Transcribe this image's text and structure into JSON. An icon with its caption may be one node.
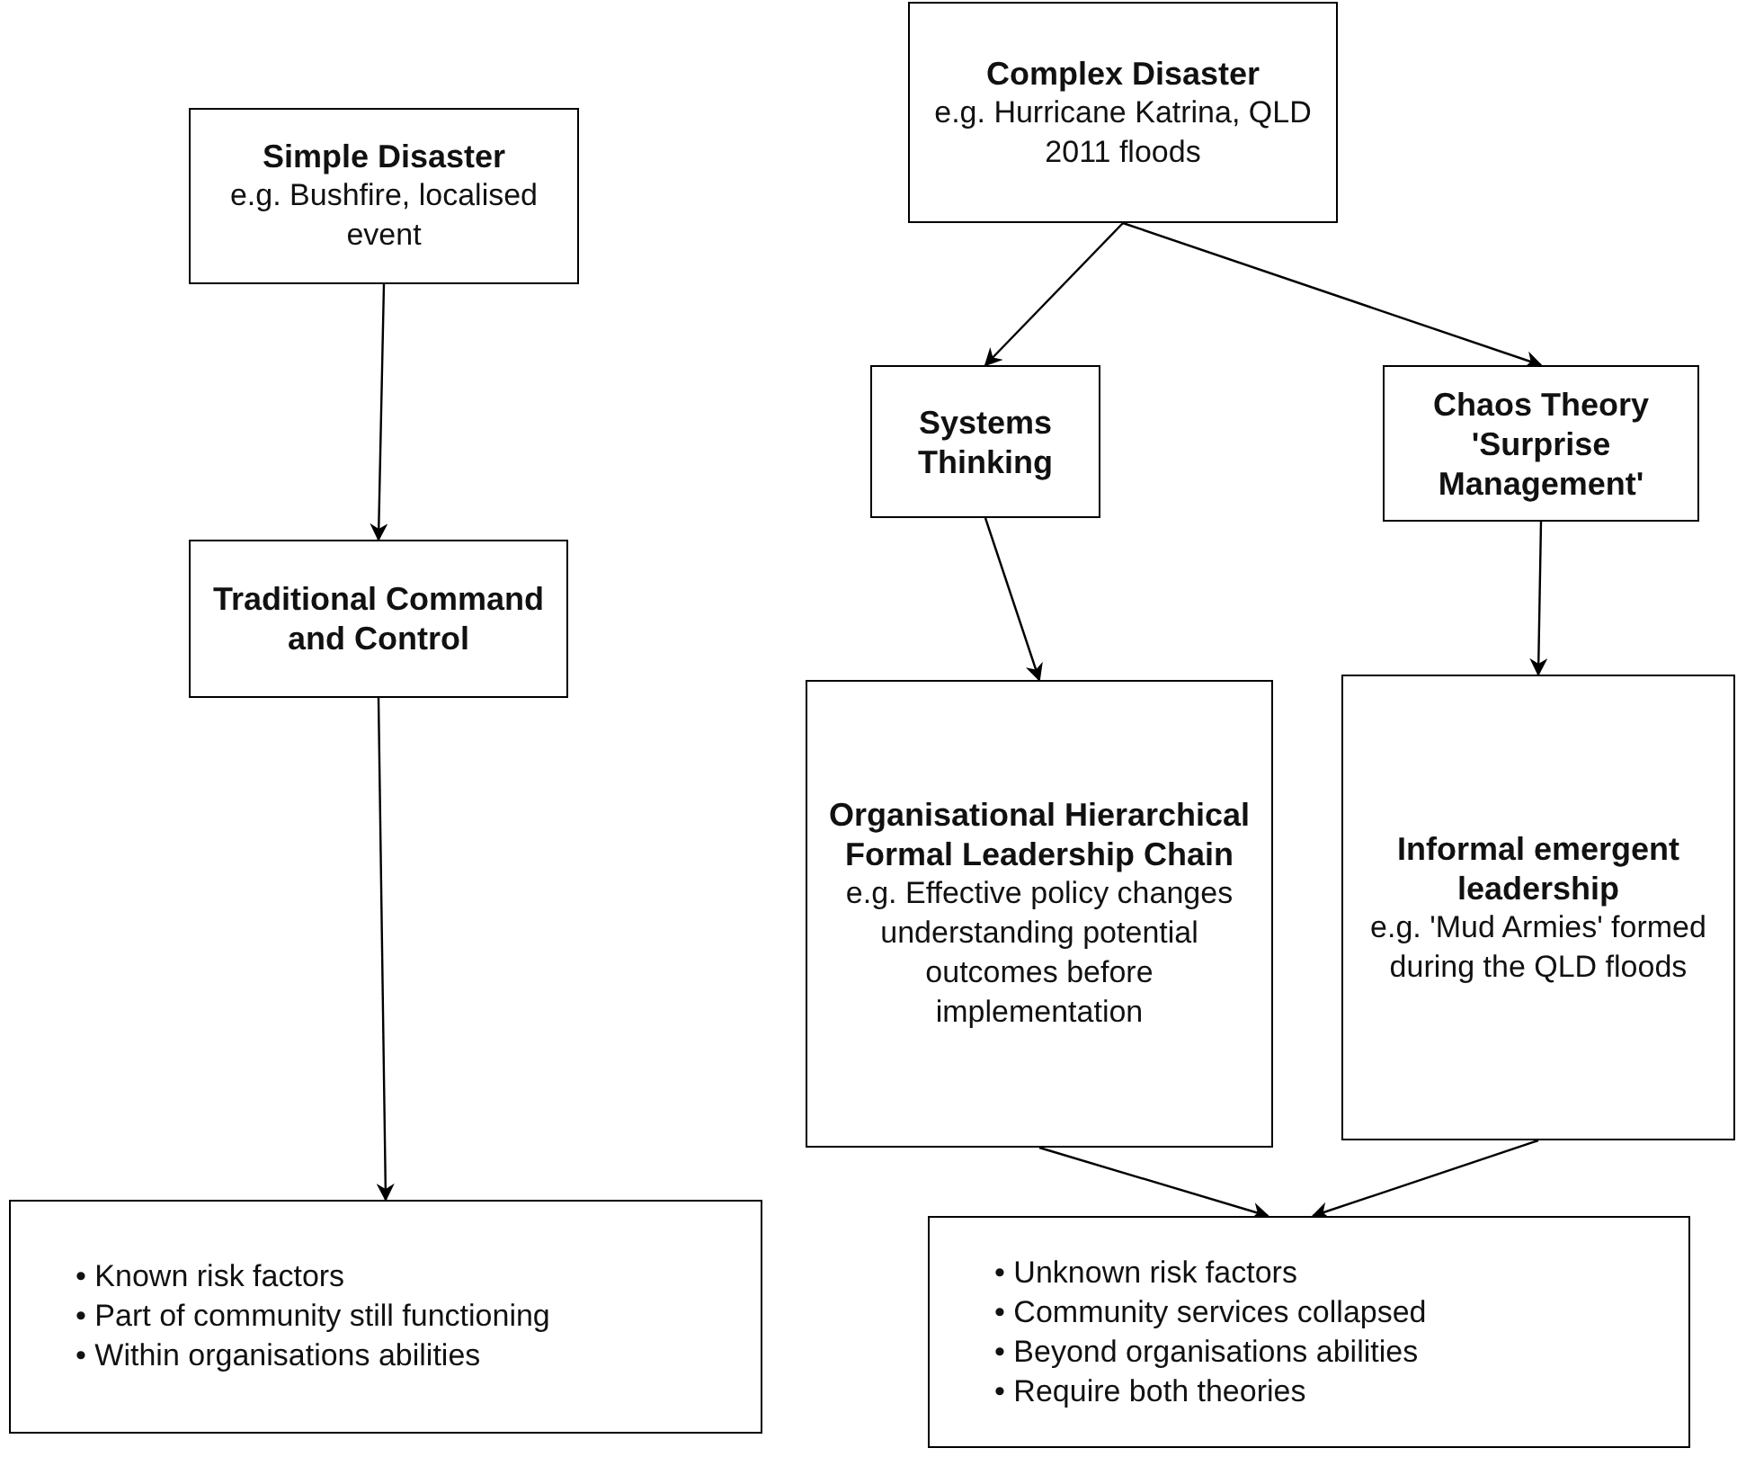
{
  "diagram": {
    "nodes": [
      {
        "text": [
          "Simple Disaster",
          "e.g. Bushfire, localised event"
        ]
      },
      {
        "text": [
          "Traditional Command and Control"
        ]
      },
      {
        "text": [
          "• Known risk factors",
          "• Part of community still functioning",
          "• Within organisations abilities"
        ]
      },
      {
        "text": [
          "Complex Disaster",
          "e.g. Hurricane Katrina, QLD 2011 floods"
        ]
      },
      {
        "text": [
          "Systems Thinking"
        ]
      },
      {
        "text": [
          "Chaos Theory 'Surprise Management'"
        ]
      },
      {
        "text": [
          "Organisational Hierarchical Formal Leadership Chain",
          "e.g. Effective policy changes understanding potential outcomes before implementation"
        ]
      },
      {
        "text": [
          "Informal emergent leadership",
          "e.g. 'Mud Armies' formed during the QLD floods"
        ]
      },
      {
        "text": [
          "• Unknown risk factors",
          "• Community services collapsed",
          "• Beyond organisations abilities",
          "• Require both theories"
        ]
      }
    ],
    "edges": [
      {
        "from": 0,
        "to": 1,
        "arrow": "to"
      },
      {
        "from": 1,
        "to": 2,
        "arrow": "to"
      },
      {
        "from": 3,
        "to": 4,
        "arrow": "to"
      },
      {
        "from": 3,
        "to": 5,
        "arrow": "to"
      },
      {
        "from": 4,
        "to": 6,
        "arrow": "to"
      },
      {
        "from": 5,
        "to": 7,
        "arrow": "to"
      },
      {
        "from": 6,
        "to": 8,
        "arrow": "to"
      },
      {
        "from": 7,
        "to": 8,
        "arrow": "to"
      }
    ]
  }
}
